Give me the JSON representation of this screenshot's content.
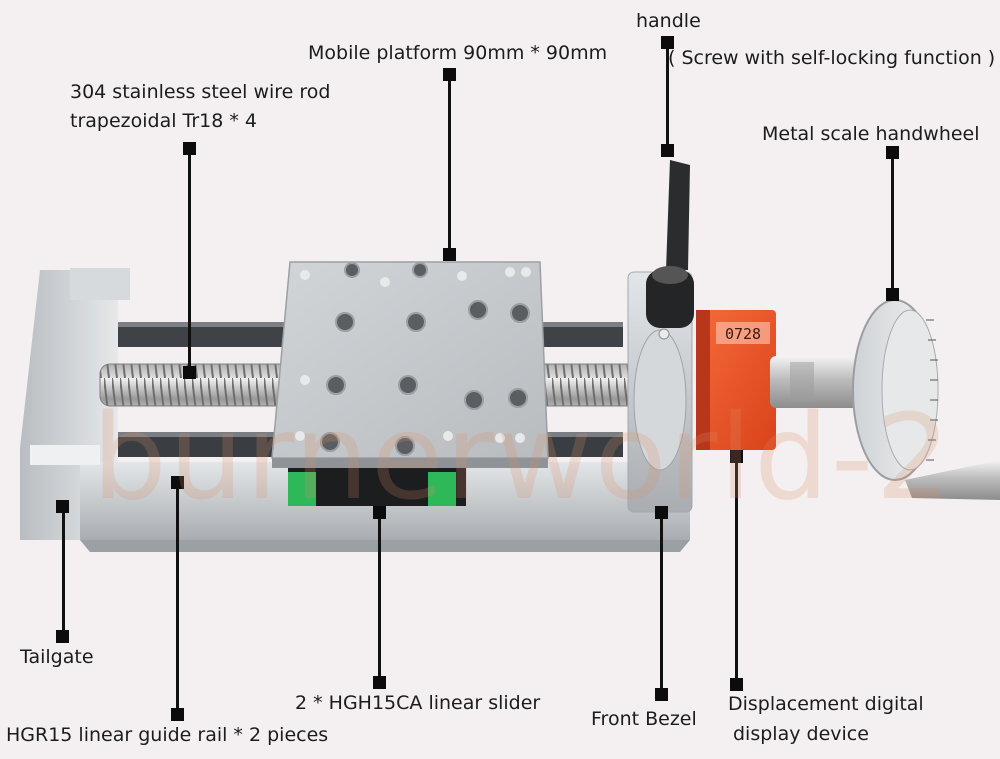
{
  "labels": {
    "handle_title": "handle",
    "handle_note": "( Screw with self-locking function )",
    "platform": "Mobile platform 90mm * 90mm",
    "rod_line1": "304 stainless steel wire rod",
    "rod_line2": "trapezoidal Tr18 * 4",
    "handwheel": "Metal scale handwheel",
    "tailgate": "Tailgate",
    "guide_rail": "HGR15 linear guide rail * 2 pieces",
    "slider": "2 * HGH15CA linear slider",
    "front_bezel": "Front Bezel",
    "display_line1": "Displacement digital",
    "display_line2": "display device"
  },
  "product": {
    "counter_digits": "0728",
    "watermark": "burnerworld-2"
  },
  "colors": {
    "background": "#f4eff0",
    "aluminum": "#c9cdd1",
    "counter_orange": "#f0582c",
    "slider_green": "#2fb85a",
    "leader": "#111111"
  }
}
